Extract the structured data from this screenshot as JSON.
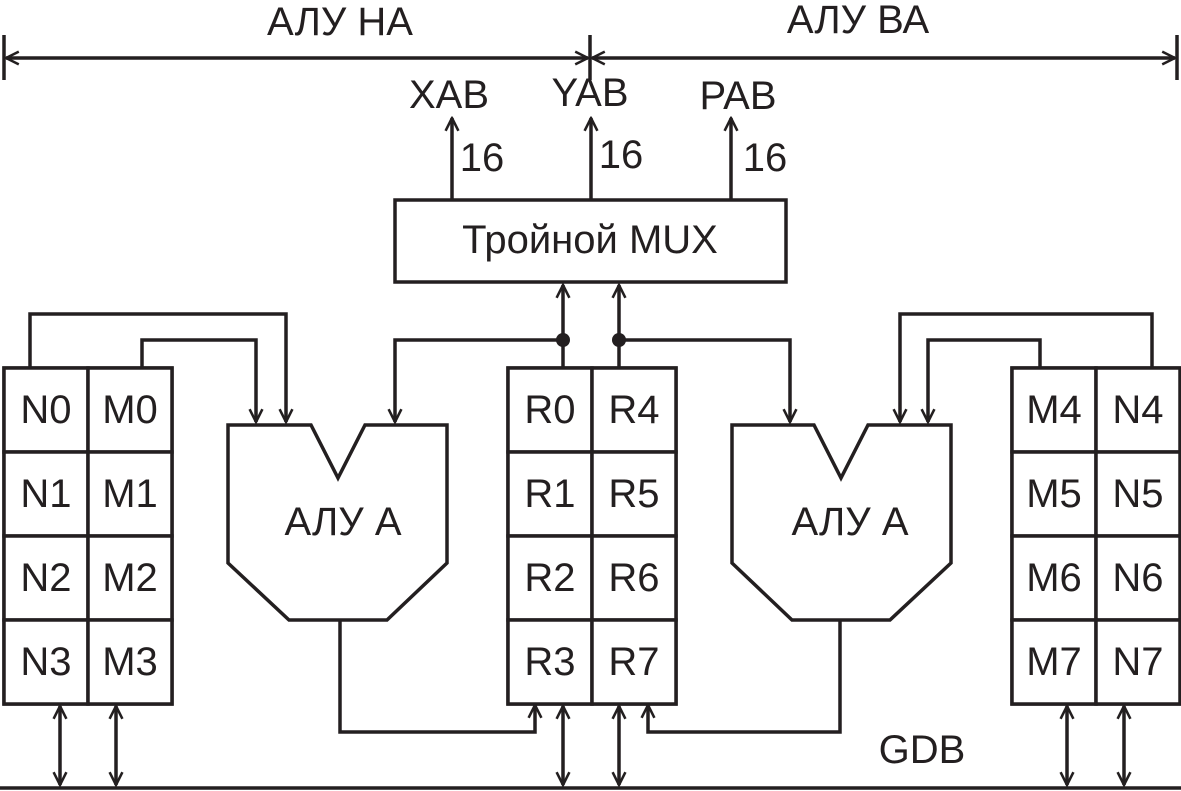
{
  "header": {
    "left_label": "АЛУ НА",
    "right_label": "АЛУ ВА"
  },
  "buses": {
    "xab": {
      "label": "XAB",
      "width": "16"
    },
    "yab": {
      "label": "YAB",
      "width": "16"
    },
    "pab": {
      "label": "PAB",
      "width": "16"
    },
    "gdb": {
      "label": "GDB"
    }
  },
  "mux": {
    "label": "Тройной MUX"
  },
  "alus": {
    "left_label": "АЛУ А",
    "right_label": "АЛУ А"
  },
  "registers": {
    "left": [
      [
        "N0",
        "M0"
      ],
      [
        "N1",
        "M1"
      ],
      [
        "N2",
        "M2"
      ],
      [
        "N3",
        "M3"
      ]
    ],
    "center": [
      [
        "R0",
        "R4"
      ],
      [
        "R1",
        "R5"
      ],
      [
        "R2",
        "R6"
      ],
      [
        "R3",
        "R7"
      ]
    ],
    "right": [
      [
        "M4",
        "N4"
      ],
      [
        "M5",
        "N5"
      ],
      [
        "M6",
        "N6"
      ],
      [
        "M7",
        "N7"
      ]
    ]
  },
  "colors": {
    "ink": "#231f20",
    "background": "#ffffff"
  }
}
